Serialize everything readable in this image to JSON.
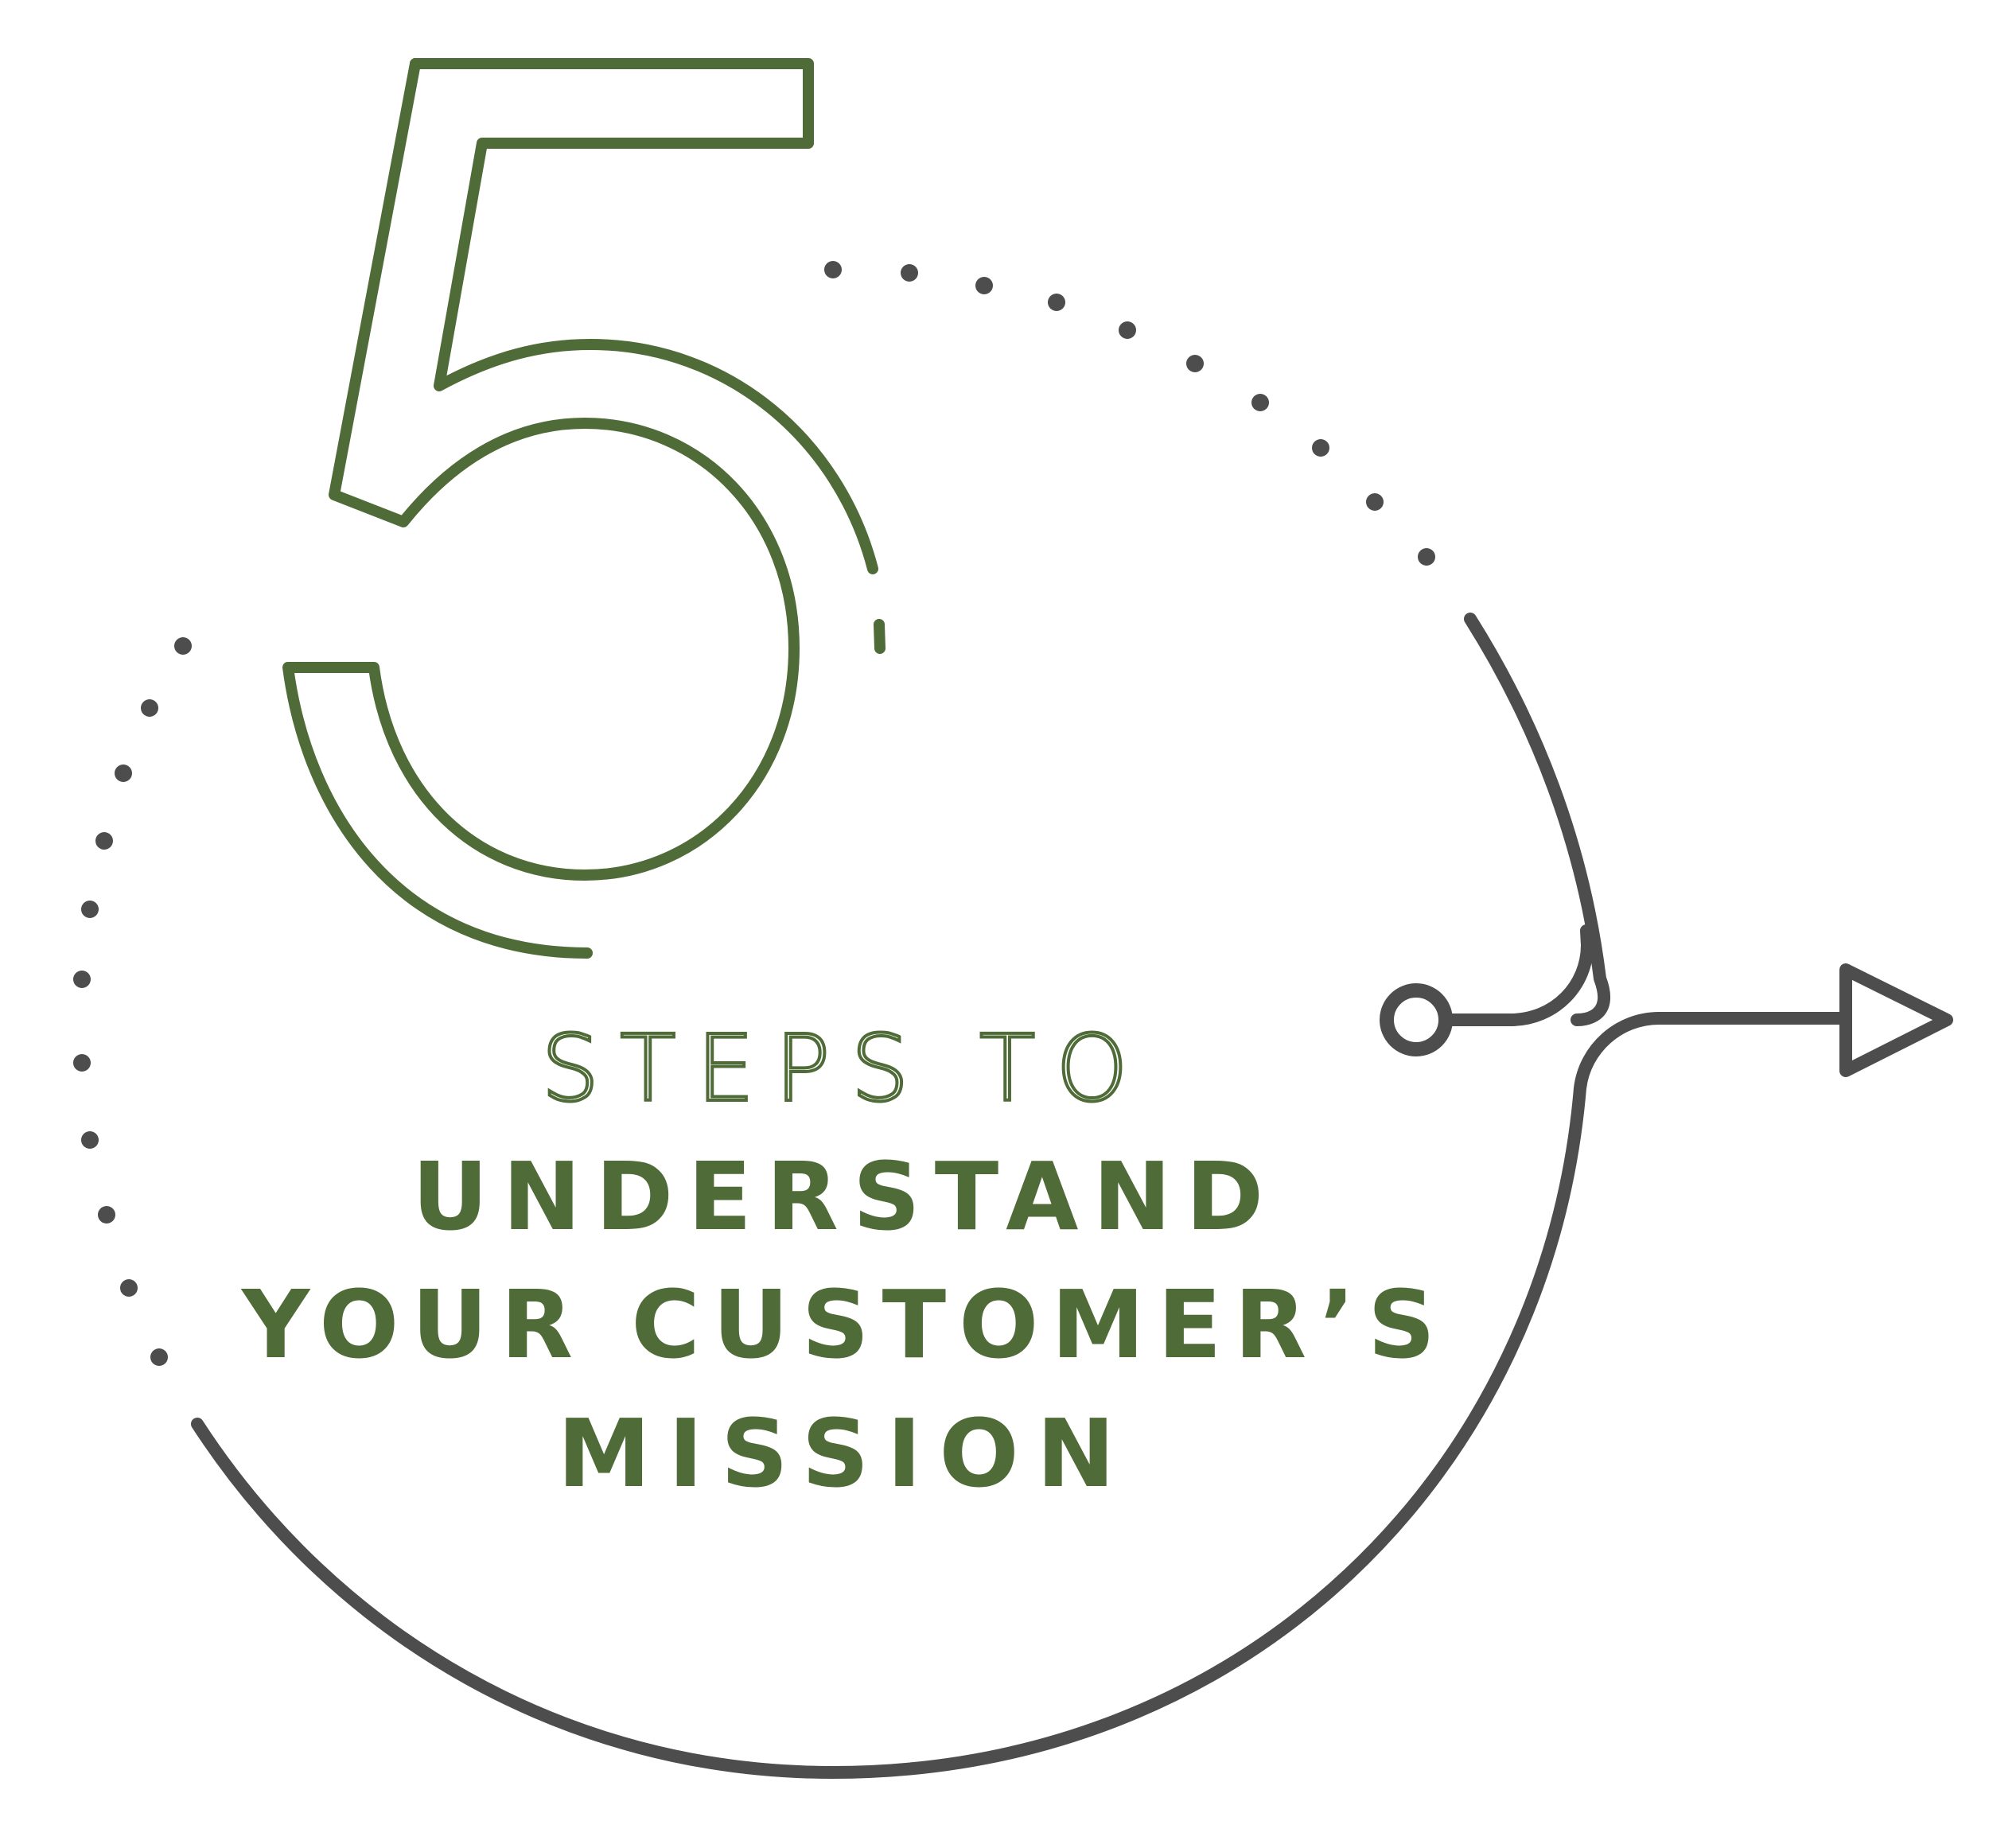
{
  "numeral": "5",
  "title": {
    "line1": "STEPS TO",
    "line2": "UNDERSTAND",
    "line3": "YOUR CUSTOMER’S",
    "line4": "MISSION"
  },
  "colors": {
    "accent_green": "#4f6b37",
    "path_gray": "#4d4d4d",
    "background": "#ffffff"
  },
  "icons": {
    "start": "circle-node-icon",
    "end": "arrow-head-icon"
  }
}
